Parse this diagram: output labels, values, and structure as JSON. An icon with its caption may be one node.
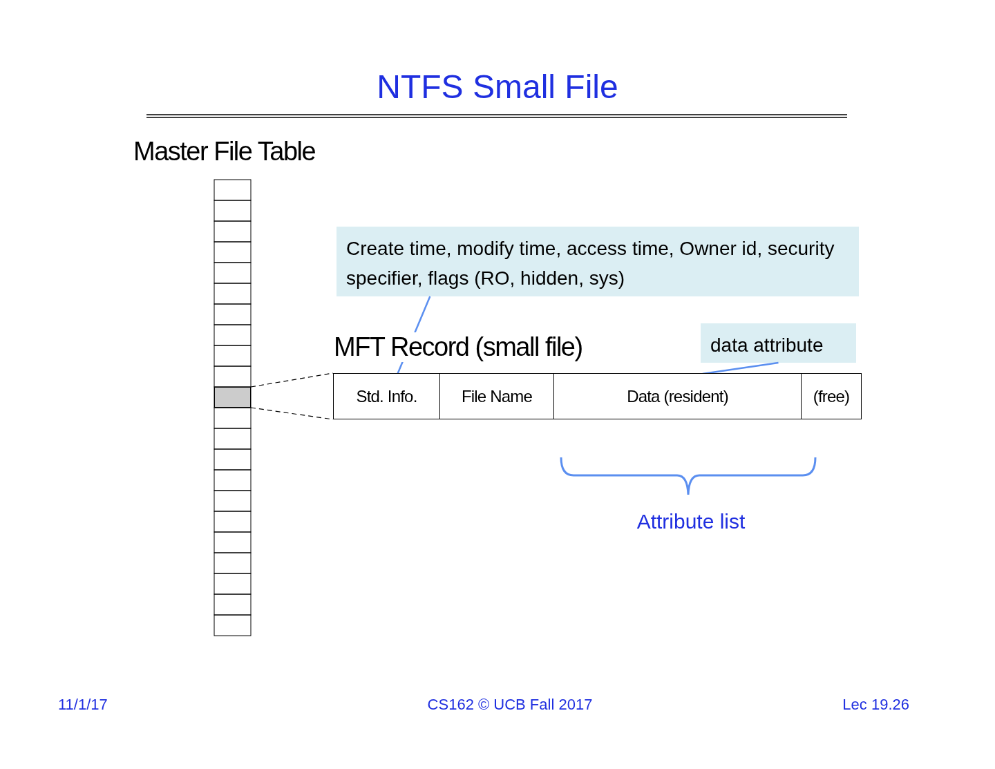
{
  "diagram": {
    "title": "NTFS Small File",
    "nodes": [
      {
        "text": [
          "Master File Table"
        ]
      },
      {
        "text": [],
        "shape": "box",
        "in": 0
      },
      {
        "text": [
          "MFT Record (small file)"
        ]
      },
      {
        "text": [
          "Std. Info."
        ],
        "in": 2
      },
      {
        "text": [
          "File Name"
        ],
        "in": 2
      },
      {
        "text": [
          "Data (resident)"
        ],
        "in": 2
      },
      {
        "text": [
          "(free)"
        ],
        "in": 2
      },
      {
        "text": [
          "Create time, modify time, access time, Owner id, security specifier, flags (RO, hidden, sys)"
        ]
      },
      {
        "text": [
          "data attribute"
        ]
      }
    ],
    "edges": [
      {
        "from": 1,
        "to": 2,
        "arrow": "none",
        "style": "dashed"
      },
      {
        "from": 1,
        "to": 2,
        "arrow": "none",
        "style": "dashed"
      },
      {
        "from": 7,
        "to": 3,
        "arrow": "none",
        "color": "#5b8ff0"
      },
      {
        "from": 8,
        "to": 5,
        "arrow": "none",
        "color": "#5b8ff0"
      }
    ],
    "labels": [
      "Attribute list",
      "11/1/17",
      "CS162 © UCB Fall 2017",
      "Lec 19.26"
    ]
  }
}
